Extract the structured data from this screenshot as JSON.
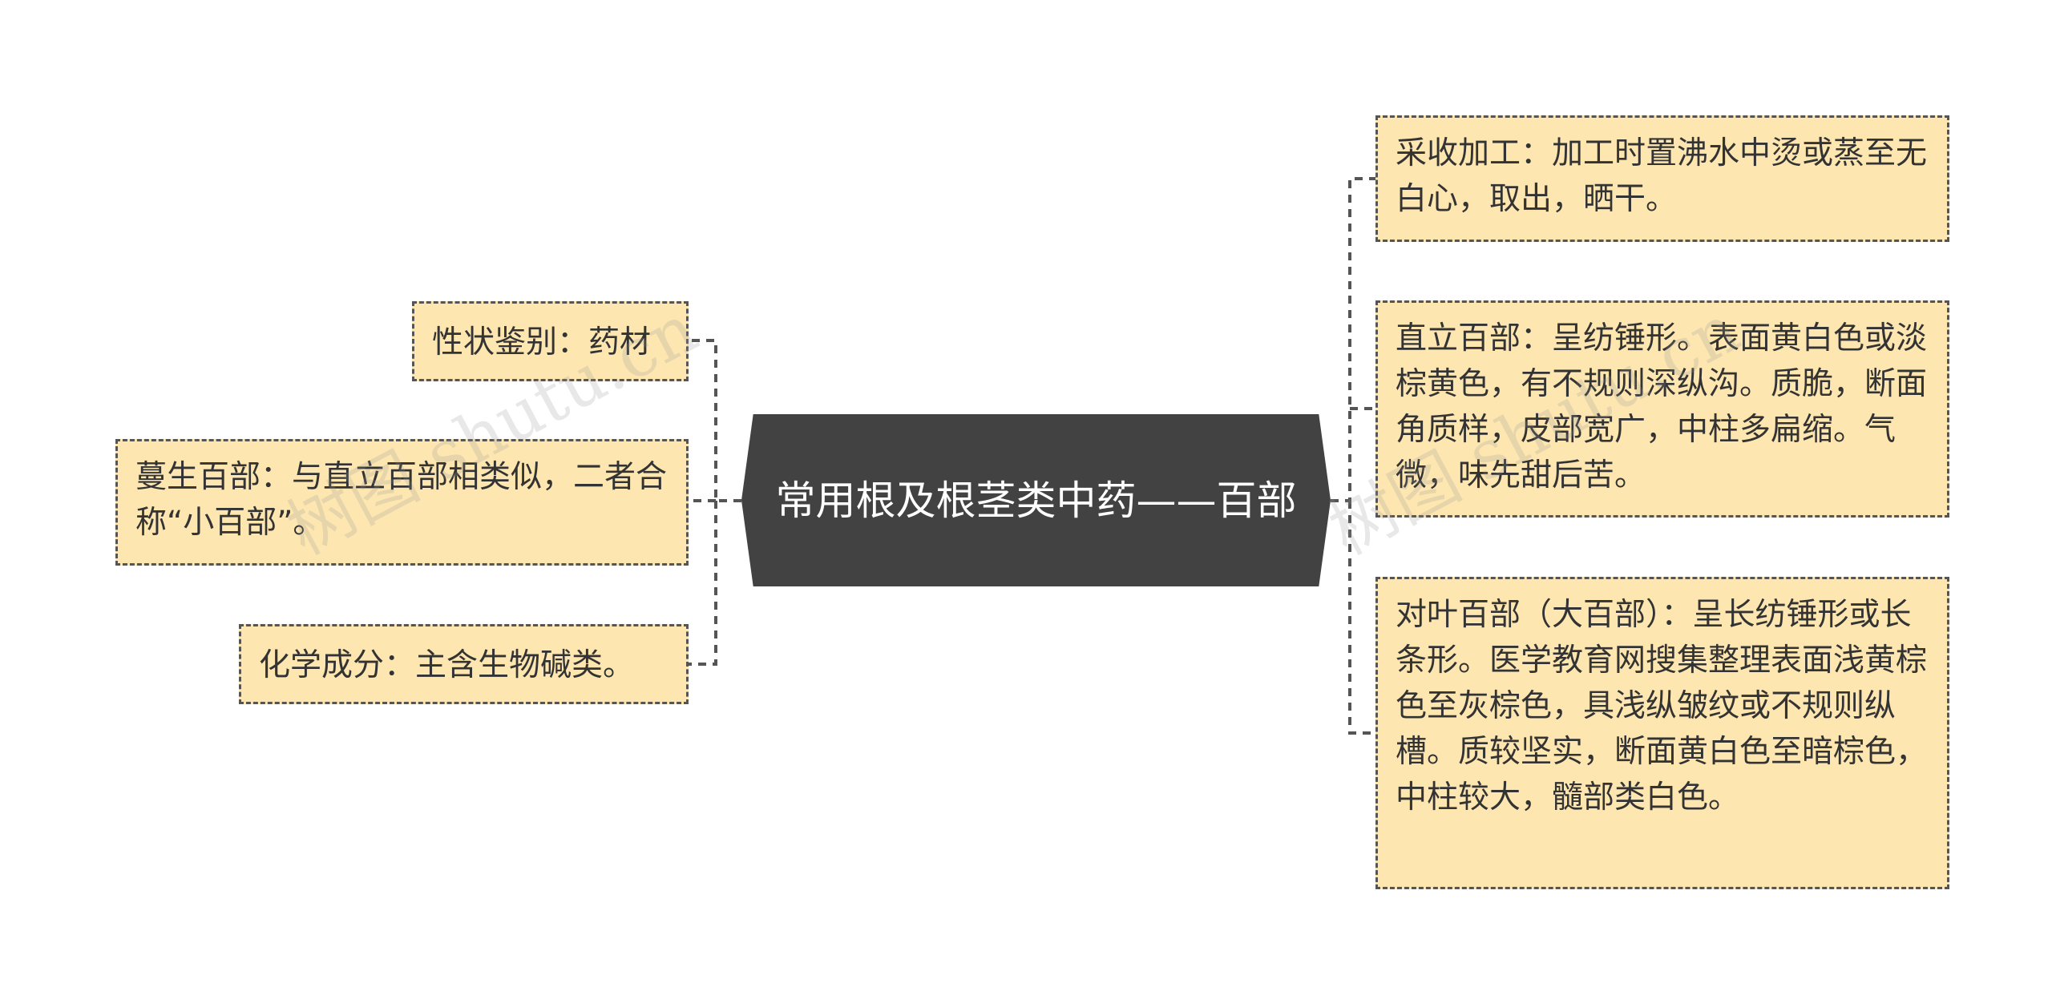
{
  "center": {
    "title": "常用根及根茎类中药——百部"
  },
  "left_nodes": [
    {
      "id": "xingzhuang",
      "text": "性状鉴别：药材"
    },
    {
      "id": "mansheng",
      "text": "蔓生百部：与直立百部相类似，二者合称“小百部”。"
    },
    {
      "id": "huaxue",
      "text": "化学成分：主含生物碱类。"
    }
  ],
  "right_nodes": [
    {
      "id": "caishou",
      "text": "采收加工：加工时置沸水中烫或蒸至无白心，取出，晒干。"
    },
    {
      "id": "zhili",
      "text": "直立百部：呈纺锤形。表面黄白色或淡棕黄色，有不规则深纵沟。质脆，断面角质样，皮部宽广，中柱多扁缩。气微，味先甜后苦。"
    },
    {
      "id": "duiye",
      "text": "对叶百部（大百部）：呈长纺锤形或长条形。医学教育网搜集整理表面浅黄棕色至灰棕色，具浅纵皱纹或不规则纵槽。质较坚实，断面黄白色至暗棕色，中柱较大，髓部类白色。"
    }
  ],
  "watermarks": [
    "树图 shutu.cn",
    "树图 shutu.cn"
  ],
  "colors": {
    "center_bg": "#424242",
    "node_bg": "#fde6b0",
    "connector": "#555555"
  }
}
